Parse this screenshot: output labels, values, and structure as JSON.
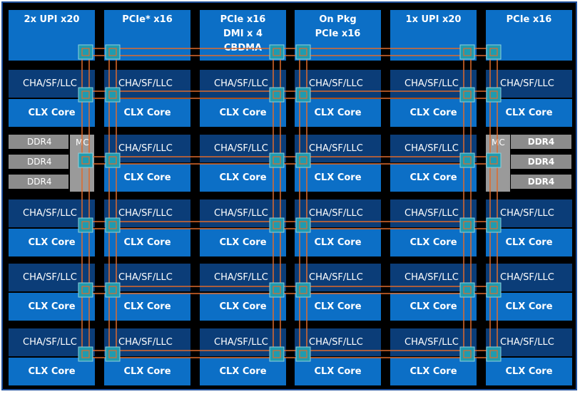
{
  "io_tiles": [
    {
      "lines": [
        "2x UPI x20"
      ]
    },
    {
      "lines": [
        "PCIe* x16"
      ]
    },
    {
      "lines": [
        "PCIe x16",
        "DMI x 4",
        "CBDMA"
      ]
    },
    {
      "lines": [
        "On Pkg",
        "PCIe x16"
      ]
    },
    {
      "lines": [
        "1x UPI x20"
      ]
    },
    {
      "lines": [
        "PCIe x16"
      ]
    }
  ],
  "core_tile": {
    "cha_label": "CHA/SF/LLC",
    "core_label": "CLX Core"
  },
  "memory": {
    "mc_label": "MC",
    "left_ddr": [
      "DDR4",
      "DDR4",
      "DDR4"
    ],
    "right_ddr": [
      "DDR4",
      "DDR4",
      "DDR4"
    ]
  },
  "colors": {
    "background": "#000000",
    "core_blue": "#0c6fc6",
    "cha_dark_blue": "#0b3d78",
    "mesh_orange": "#e06a2a",
    "stop_teal": "#1f9bb0",
    "ddr_gray": "#8c8c8c"
  }
}
